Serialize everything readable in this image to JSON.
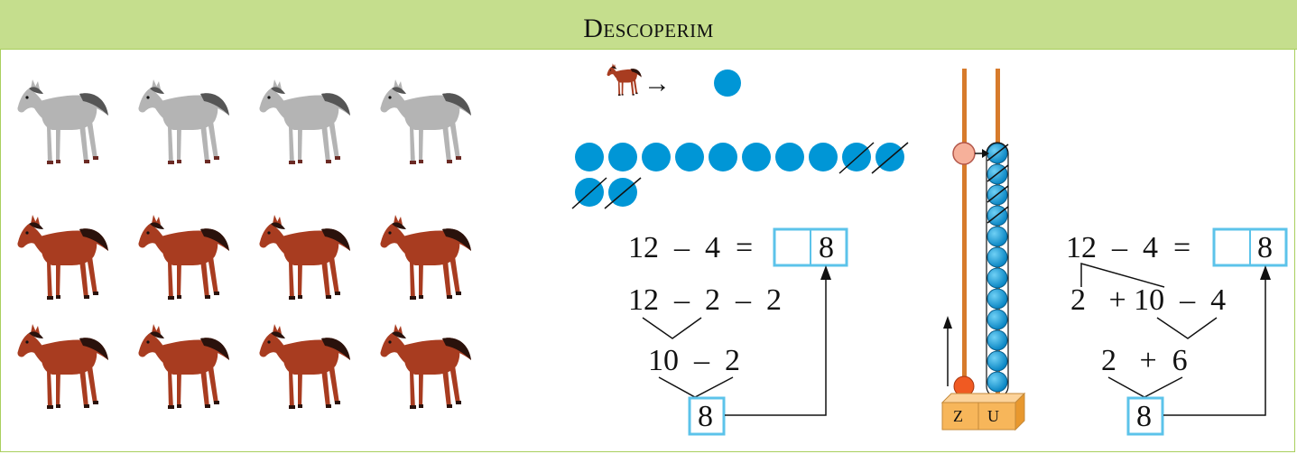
{
  "header": {
    "title": "Descoperim"
  },
  "legend": {
    "arrow": "→"
  },
  "method1": {
    "equation": "12  –  4  =",
    "answer_units": "8",
    "step1": "12  –  2  –  2",
    "step2": "10  –  2",
    "result": "8"
  },
  "abacus": {
    "tens_label": "Z",
    "units_label": "U"
  },
  "method2": {
    "equation": "12  –  4  =",
    "answer_units": "8",
    "step1": "2   + 10  –  4",
    "step2": "2   +  6",
    "result": "8"
  },
  "colors": {
    "header_bg": "#c5de8d",
    "border": "#a9cf5e",
    "bead": "#0096d6",
    "box": "#5cc3ea",
    "horse_brown": "#a83c20",
    "horse_gray": "#b4b4b4",
    "abacus_rod": "#d77b2c",
    "abacus_base": "#f7b65a"
  }
}
